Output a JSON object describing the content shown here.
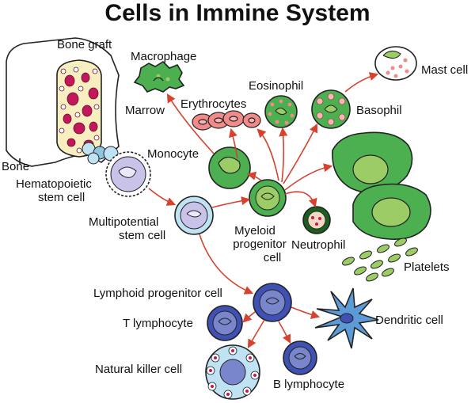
{
  "title": "Cells in Immine System",
  "labels": {
    "bone_graft": "Bone graft",
    "bone": "Bone",
    "marrow": "Marrow",
    "macrophage": "Macrophage",
    "erythrocytes": "Erythrocytes",
    "eosinophil": "Eosinophil",
    "basophil": "Basophil",
    "mast_cell": "Mast cell",
    "monocyte": "Monocyte",
    "hsc_line1": "Hematopoietic",
    "hsc_line2": "stem cell",
    "mpsc_line1": "Multipotential",
    "mpsc_line2": "stem cell",
    "myeloid_line1": "Myeloid",
    "myeloid_line2": "progenitor",
    "myeloid_line3": "cell",
    "neutrophil": "Neutrophil",
    "platelets": "Platelets",
    "lymphoid": "Lymphoid progenitor cell",
    "t_lymphocyte": "T lymphocyte",
    "dendritic": "Dendritic cell",
    "nk": "Natural killer cell",
    "b_lymphocyte": "B lymphocyte"
  },
  "colors": {
    "arrow": "#d6422e",
    "myeloid_green": "#4caf50",
    "light_green": "#9ccc65",
    "lymphoid_blue": "#3f51b5",
    "light_blue": "#bfe3f2",
    "stem_lavender": "#c9c3ea",
    "erythrocyte_pink": "#f28a8a",
    "marrow_crimson": "#c2185b",
    "marrow_yellow": "#f7efc0"
  }
}
